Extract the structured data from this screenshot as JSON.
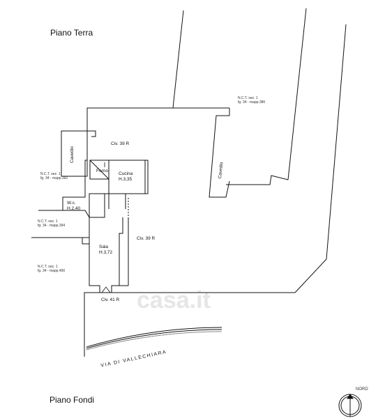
{
  "titles": {
    "ground_floor": "Piano Terra",
    "basement": "Piano Fondi"
  },
  "rooms": {
    "forno": "Forno",
    "cucina": "Cucina",
    "cucina_height": "H.3,35",
    "wc": "W.c.",
    "wc_height": "H.2,40",
    "sala": "Sala",
    "sala_height": "H.3,72"
  },
  "civici": {
    "civ39_top": "Civ. 39 R",
    "civ39_right": "Civ. 39 R",
    "civ41": "Civ. 41 R"
  },
  "cavedio": {
    "left": "Cavedio",
    "right": "Cavedio"
  },
  "parcels": {
    "p386_line1": "N.C.T. sez. 1",
    "p386_line2": "fg. 34 - mapp.386",
    "p392_line1": "N.C.T. sez. 1",
    "p392_line2": "fg. 34 - mapp.392",
    "p394_line1": "N.C.T. sez. 1",
    "p394_line2": "fg. 34 - mapp.394",
    "p400_line1": "N.C.T. sez. 1",
    "p400_line2": "fg. 34 - mapp.400"
  },
  "street": "VIA DI VALLECHIARA",
  "north": "NORD",
  "watermark": "casa.it",
  "colors": {
    "line": "#111111",
    "watermark": "#e6e6e6"
  }
}
